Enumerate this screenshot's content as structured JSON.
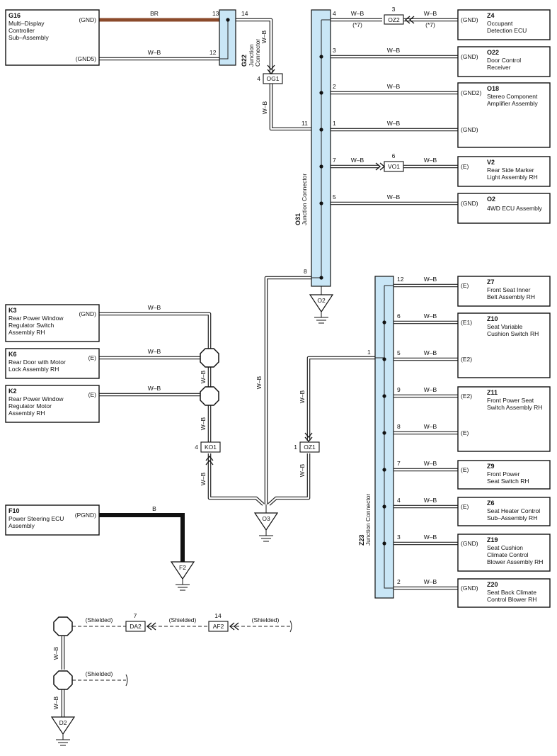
{
  "components": {
    "G16": {
      "code": "G16",
      "lines": [
        "Multi–Display",
        "Controller",
        "Sub–Assembly"
      ],
      "pin1": "(GND)",
      "pin2": "(GND5)"
    },
    "Z4": {
      "code": "Z4",
      "lines": [
        "Occupant",
        "Detection ECU"
      ],
      "pin": "(GND)"
    },
    "O22": {
      "code": "O22",
      "lines": [
        "Door Control",
        "Receiver"
      ],
      "pin": "(GND)"
    },
    "O18": {
      "code": "O18",
      "lines": [
        "Stereo Component",
        "Amplifier Assembly"
      ],
      "pin1": "(GND2)",
      "pin2": "(GND)"
    },
    "V2": {
      "code": "V2",
      "lines": [
        "Rear Side Marker",
        "Light Assembly RH"
      ],
      "pin": "(E)"
    },
    "O2": {
      "code": "O2",
      "lines": [
        "4WD ECU Assembly"
      ],
      "pin": "(GND)"
    },
    "K3": {
      "code": "K3",
      "lines": [
        "Rear Power Window",
        "Regulator Switch",
        "Assembly RH"
      ],
      "pin": "(GND)"
    },
    "K6": {
      "code": "K6",
      "lines": [
        "Rear Door with Motor",
        "Lock Assembly RH"
      ],
      "pin": "(E)"
    },
    "K2": {
      "code": "K2",
      "lines": [
        "Rear Power Window",
        "Regulator Motor",
        "Assembly RH"
      ],
      "pin": "(E)"
    },
    "F10": {
      "code": "F10",
      "lines": [
        "Power Steering ECU",
        "Assembly"
      ],
      "pin": "(PGND)"
    },
    "Z7": {
      "code": "Z7",
      "lines": [
        "Front Seat Inner",
        "Belt Assembly RH"
      ],
      "pin": "(E)"
    },
    "Z10": {
      "code": "Z10",
      "lines": [
        "Seat Variable",
        "Cushion Switch RH"
      ],
      "pin1": "(E1)",
      "pin2": "(E2)"
    },
    "Z11": {
      "code": "Z11",
      "lines": [
        "Front Power Seat",
        "Switch Assembly RH"
      ],
      "pin1": "(E2)",
      "pin2": "(E)"
    },
    "Z9": {
      "code": "Z9",
      "lines": [
        "Front Power",
        "Seat Switch RH"
      ],
      "pin": "(E)"
    },
    "Z6": {
      "code": "Z6",
      "lines": [
        "Seat Heater Control",
        "Sub–Assembly RH"
      ],
      "pin": "(E)"
    },
    "Z19": {
      "code": "Z19",
      "lines": [
        "Seat Cushion",
        "Climate Control",
        "Blower Assembly RH"
      ],
      "pin": "(GND)"
    },
    "Z20": {
      "code": "Z20",
      "lines": [
        "Seat Back Climate",
        "Control Blower RH"
      ],
      "pin": "(GND)"
    }
  },
  "junctions": {
    "G22": {
      "code": "G22",
      "name": [
        "Junction",
        "Connector"
      ]
    },
    "O31": {
      "code": "O31",
      "name": "Junction Connector"
    },
    "Z23": {
      "code": "Z23",
      "name": "Junction Connector"
    }
  },
  "inline_connectors": [
    "OZ2",
    "OG1",
    "VO1",
    "KO1",
    "OZ1",
    "DA2",
    "AF2"
  ],
  "grounds": [
    "O2",
    "O3",
    "F2",
    "D2"
  ],
  "wire_colors": {
    "br": "BR",
    "wb": "W–B",
    "b": "B"
  },
  "shielded": "(Shielded)",
  "note": "(*7)",
  "pins": {
    "n1": "1",
    "n2": "2",
    "n3": "3",
    "n4": "4",
    "n5": "5",
    "n6": "6",
    "n7": "7",
    "n8": "8",
    "n9": "9",
    "n11": "11",
    "n12": "12",
    "n13": "13",
    "n14": "14"
  },
  "colors": {
    "junction_fill": "#c9e6f6",
    "br_wire": "#8b4a2b",
    "b_wire": "#111111"
  }
}
